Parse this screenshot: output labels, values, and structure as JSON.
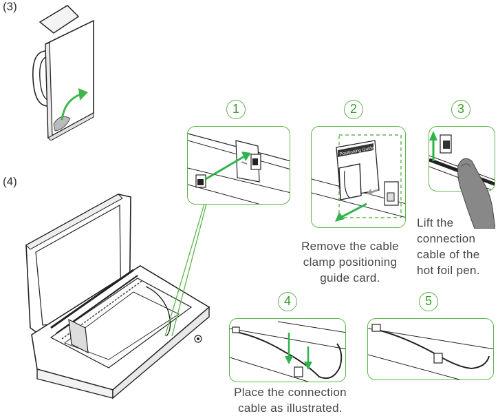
{
  "steps": {
    "step3_label": "(3)",
    "step4_label": "(4)"
  },
  "details": [
    {
      "number": "1"
    },
    {
      "number": "2",
      "guide_text": "Positioning Guide"
    },
    {
      "number": "3"
    },
    {
      "number": "4"
    },
    {
      "number": "5"
    }
  ],
  "captions": {
    "detail2": [
      "Remove the cable",
      "clamp positioning",
      "guide card."
    ],
    "detail3": [
      "Lift the",
      "connection",
      "cable of the",
      "hot foil pen."
    ],
    "detail4": [
      "Place the connection",
      "cable as illustrated."
    ]
  },
  "colors": {
    "accent_green": "#5cb548",
    "line": "#222222",
    "text": "#444444"
  }
}
